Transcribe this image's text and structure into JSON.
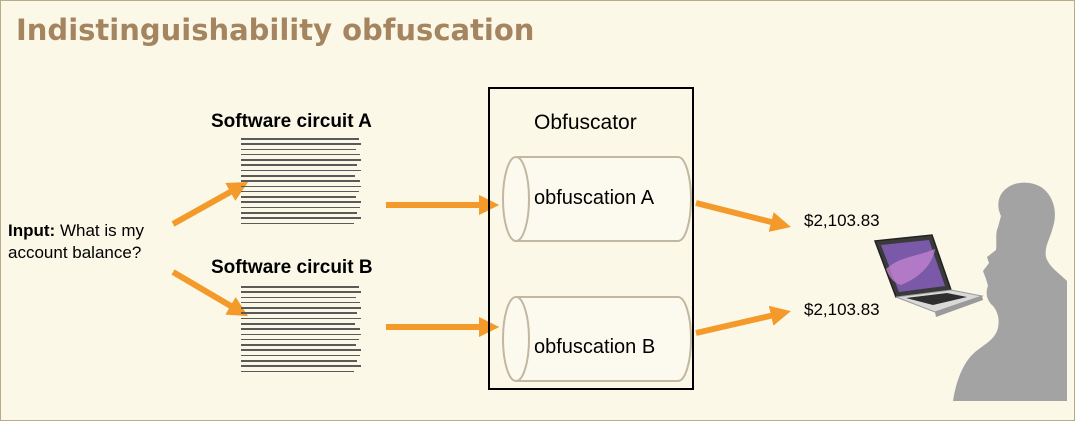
{
  "title": "Indistinguishability obfuscation",
  "input": {
    "label_bold": "Input:",
    "line1": "What is my",
    "line2": "account balance?"
  },
  "circuit_a": {
    "label": "Software circuit A"
  },
  "circuit_b": {
    "label": "Software circuit B"
  },
  "obfuscator": {
    "title": "Obfuscator",
    "a_label": "obfuscation A",
    "b_label": "obfuscation B"
  },
  "outputs": {
    "a": "$2,103.83",
    "b": "$2,103.83"
  },
  "colors": {
    "background": "#fbf8e8",
    "title": "#a58460",
    "arrow": "#f39a2a",
    "cylinder_edge": "#c2b7a0",
    "silhouette": "#a3a3a3"
  },
  "icons": [
    "code-document-icon",
    "cylinder-icon",
    "laptop-icon",
    "person-silhouette-icon",
    "arrow-icon"
  ]
}
